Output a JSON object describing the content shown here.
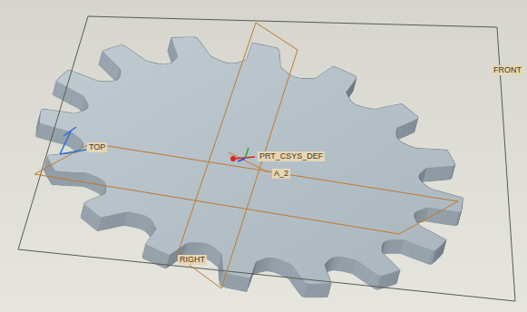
{
  "diagram": {
    "labels": [
      "FRONT",
      "TOP",
      "RIGHT",
      "PRT_CSYS_DEF",
      "A_2"
    ]
  }
}
